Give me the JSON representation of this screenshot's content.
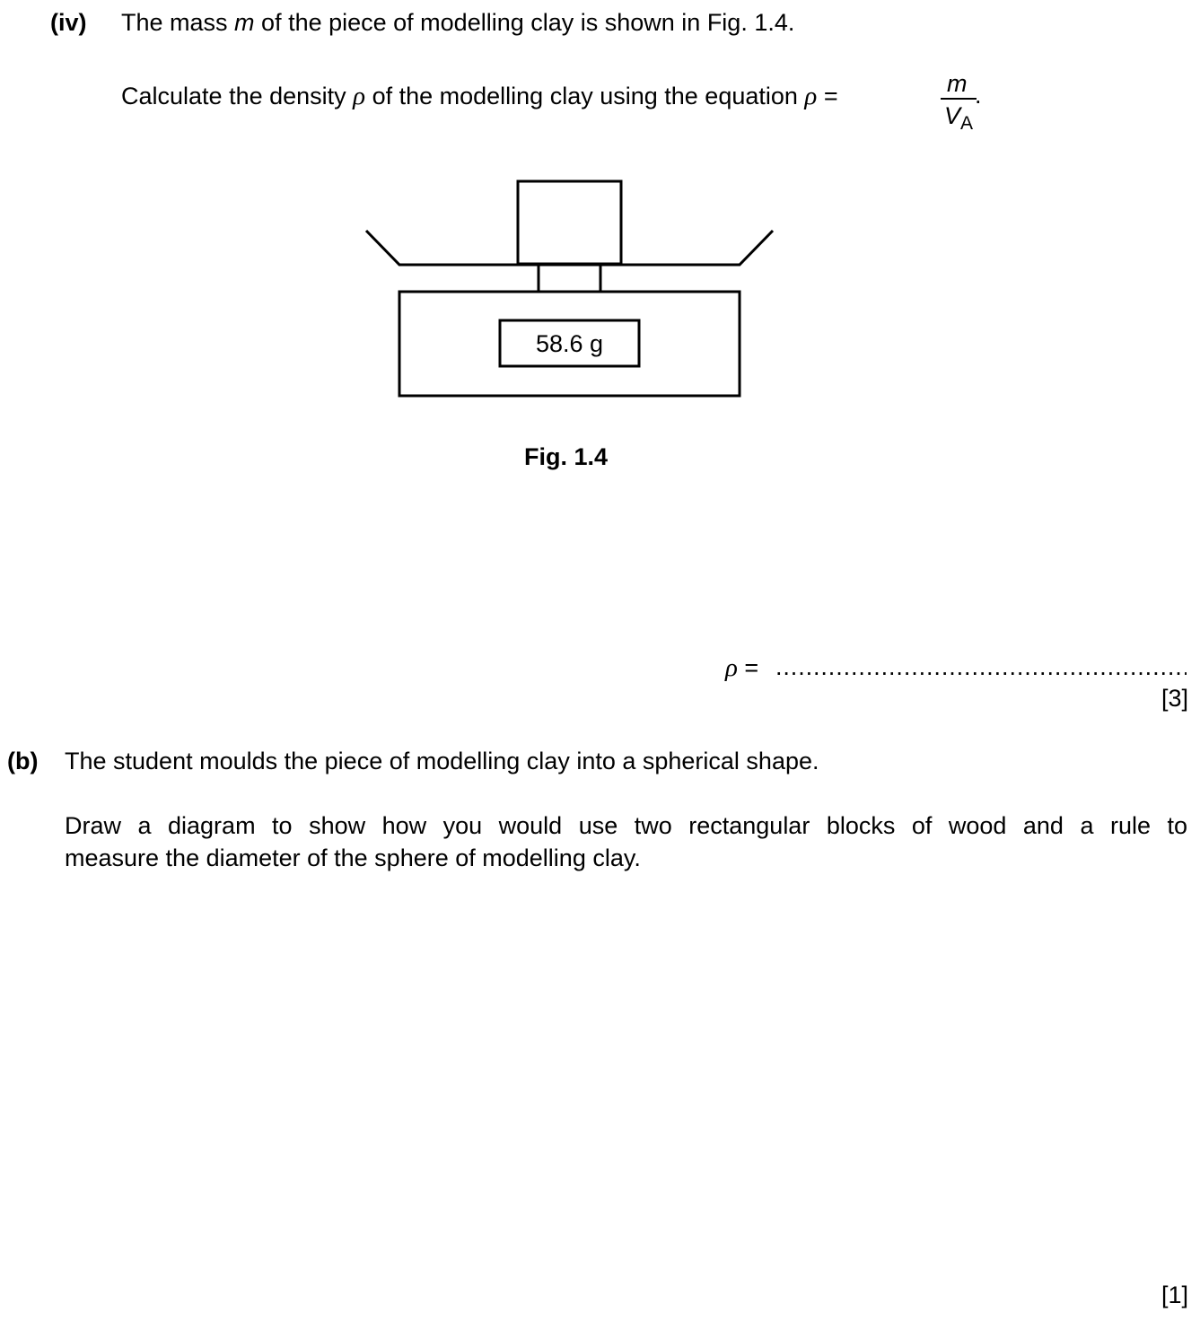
{
  "part_iv": {
    "label": "(iv)",
    "line1_pre": "The mass ",
    "line1_var": "m",
    "line1_post": " of the piece of modelling clay is shown in Fig. 1.4.",
    "line2_pre": "Calculate the density ",
    "line2_var": "ρ",
    "line2_mid": " of the modelling clay using the equation ",
    "eq_lhs": "ρ",
    "eq_equals": " =",
    "frac_num": "m",
    "frac_den_var": "V",
    "frac_den_sub": "A",
    "eq_end": "."
  },
  "figure": {
    "display_reading": "58.6 g",
    "caption": "Fig. 1.4"
  },
  "answer": {
    "symbol": "ρ",
    "equals": " =",
    "dots": "........................................................",
    "marks": "[3]"
  },
  "part_b": {
    "label": "(b)",
    "line1": "The student moulds the piece of modelling clay into a spherical shape.",
    "line2": "Draw a diagram to show how you would use two rectangular blocks of wood and a rule to",
    "line3": "measure the diameter of the sphere of modelling clay.",
    "marks": "[1]"
  }
}
